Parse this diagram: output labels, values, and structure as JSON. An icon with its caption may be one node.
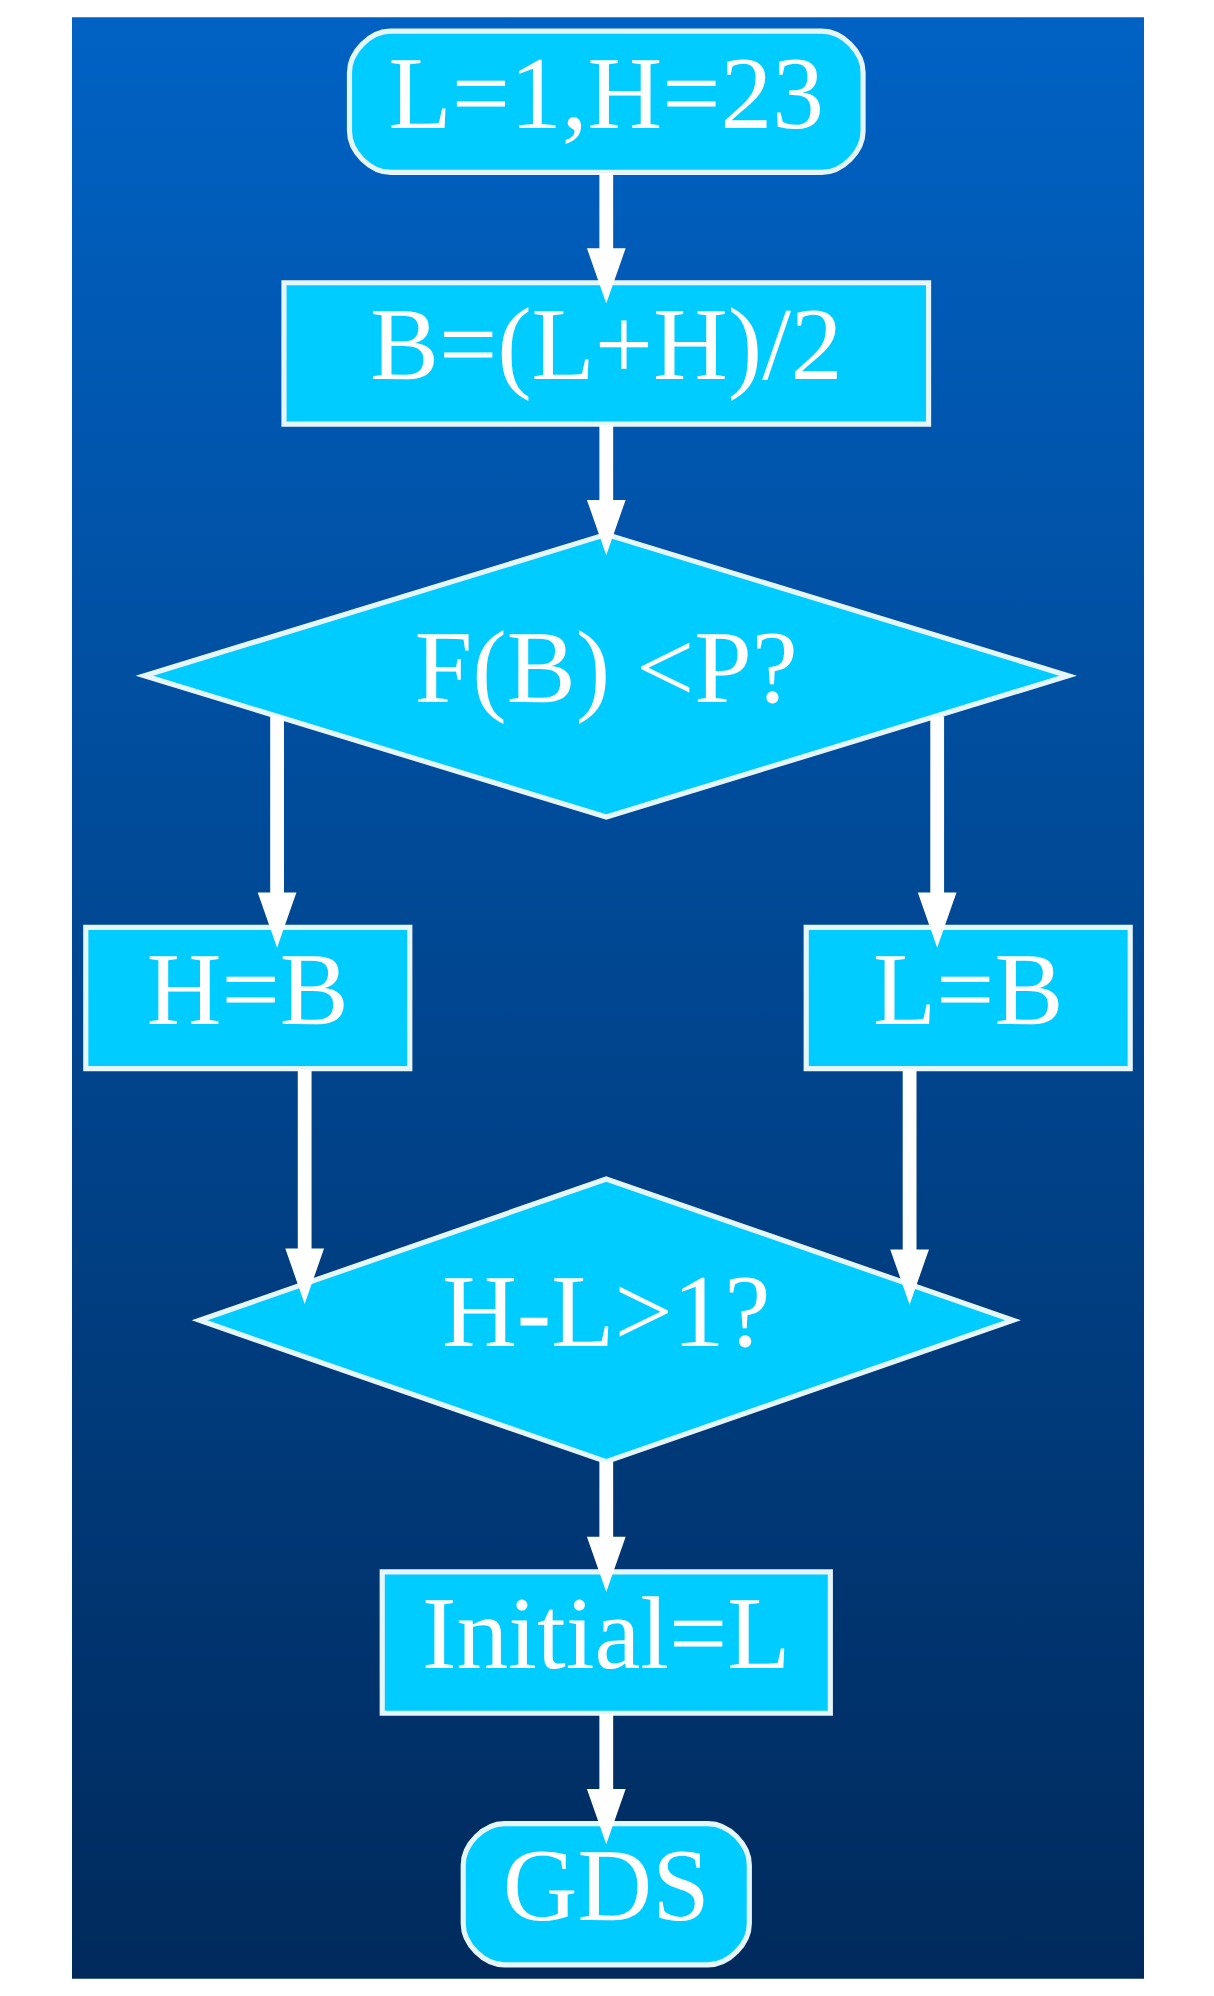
{
  "diagram": {
    "nodes": [
      {
        "text": [
          "L=1,H=23"
        ]
      },
      {
        "text": [
          "B=(L+H)/2"
        ]
      },
      {
        "text": [
          "F(B) <P?"
        ]
      },
      {
        "text": [
          "H=B"
        ]
      },
      {
        "text": [
          "L=B"
        ]
      },
      {
        "text": [
          "H-L>1?"
        ]
      },
      {
        "text": [
          "Initial=L"
        ]
      },
      {
        "text": [
          "GDS"
        ]
      }
    ],
    "edges": [
      {
        "from": 0,
        "to": 1,
        "arrow": "to"
      },
      {
        "from": 1,
        "to": 2,
        "arrow": "to"
      },
      {
        "from": 2,
        "to": 3,
        "arrow": "to"
      },
      {
        "from": 2,
        "to": 4,
        "arrow": "to"
      },
      {
        "from": 3,
        "to": 5,
        "arrow": "to"
      },
      {
        "from": 4,
        "to": 5,
        "arrow": "to"
      },
      {
        "from": 5,
        "to": 6,
        "arrow": "to"
      },
      {
        "from": 6,
        "to": 7,
        "arrow": "to"
      }
    ]
  }
}
